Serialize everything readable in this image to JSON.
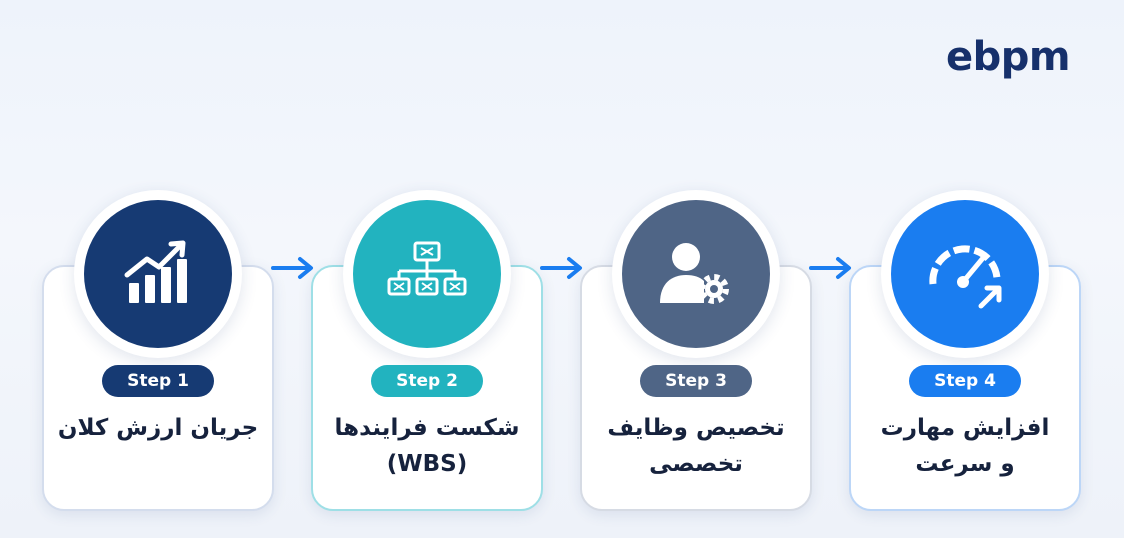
{
  "brand": {
    "logo_text": "ebpm"
  },
  "steps": [
    {
      "badge": "Step 1",
      "title_lines": [
        "جریان ارزش کلان",
        ""
      ],
      "icon": "chart-growth-icon",
      "circle_color": "#163a73",
      "badge_color": "#163a73",
      "border_color": "#d4dded"
    },
    {
      "badge": "Step 2",
      "title_lines": [
        "شکست فرایندها",
        "(WBS)"
      ],
      "icon": "hierarchy-icon",
      "circle_color": "#22b3bf",
      "badge_color": "#22b3bf",
      "border_color": "#9edfe6"
    },
    {
      "badge": "Step 3",
      "title_lines": [
        "تخصیص وظایف",
        "تخصصی"
      ],
      "icon": "user-gear-icon",
      "circle_color": "#4f6586",
      "badge_color": "#4f6586",
      "border_color": "#d6dbe4"
    },
    {
      "badge": "Step 4",
      "title_lines": [
        "افزایش مهارت",
        "و سرعت"
      ],
      "icon": "speedometer-icon",
      "circle_color": "#1a7df0",
      "badge_color": "#1a7df0",
      "border_color": "#bcd6f7"
    }
  ],
  "arrow_color": "#1a7df0"
}
